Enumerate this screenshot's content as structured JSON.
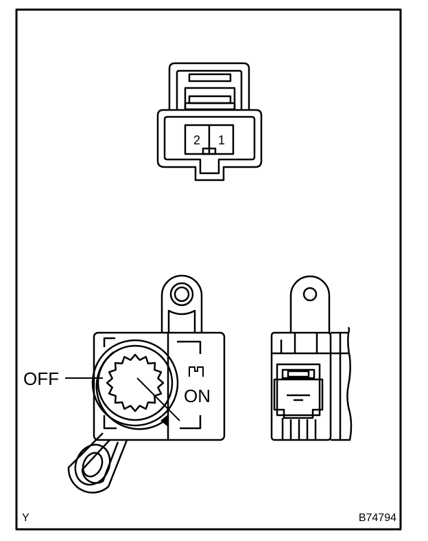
{
  "connector": {
    "pin_left": "2",
    "pin_right": "1"
  },
  "switch": {
    "label_off": "OFF",
    "label_on": "ON"
  },
  "footer": {
    "corner_mark": "Y",
    "figure_code": "B74794"
  }
}
